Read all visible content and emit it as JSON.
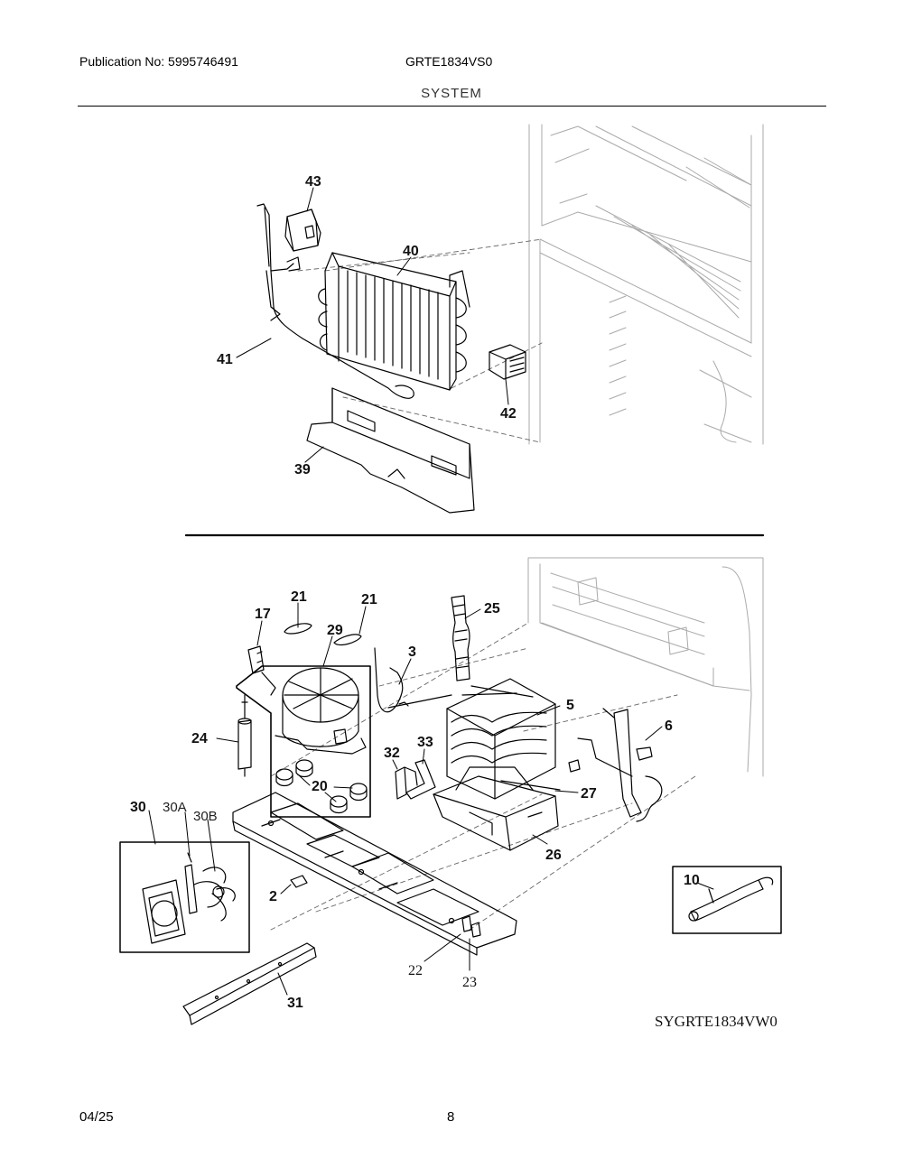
{
  "header": {
    "publication": "Publication No: 5995746491",
    "model": "GRTE1834VS0",
    "section": "SYSTEM"
  },
  "diagram": {
    "reference_code": "SYGRTE1834VW0",
    "top_callouts": [
      "43",
      "40",
      "41",
      "42",
      "39"
    ],
    "bottom_callouts": [
      "21",
      "21",
      "17",
      "29",
      "3",
      "25",
      "5",
      "6",
      "24",
      "32",
      "33",
      "20",
      "27",
      "30",
      "30A",
      "30B",
      "26",
      "10",
      "2",
      "22",
      "23",
      "31"
    ]
  },
  "footer": {
    "date": "04/25",
    "page": "8"
  }
}
